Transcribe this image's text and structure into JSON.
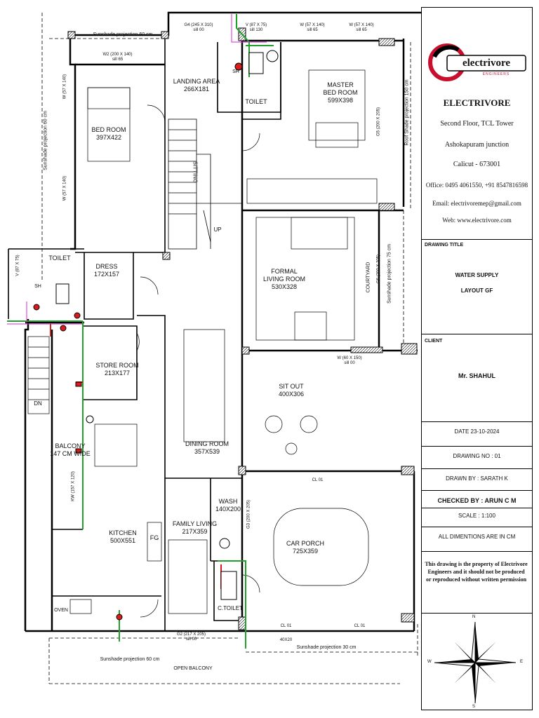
{
  "rooms": {
    "landing": {
      "name": "LANDING AREA",
      "size": "266X181"
    },
    "bed": {
      "name": "BED ROOM",
      "size": "397X422"
    },
    "master": {
      "name": "MASTER",
      "name2": "BED ROOM",
      "size": "599X398"
    },
    "toilet_top": "TOILET",
    "toilet_left": "TOILET",
    "dress": {
      "name": "DRESS",
      "size": "172X157"
    },
    "formal": {
      "name": "FORMAL",
      "name2": "LIVING ROOM",
      "size": "530X328"
    },
    "courtyard": "COURTYARD",
    "store": {
      "name": "STORE ROOM",
      "size": "213X177"
    },
    "sitout": {
      "name": "SIT OUT",
      "size": "400X306"
    },
    "balcony": {
      "name": "BALCONY",
      "size": "147 CM WIDE"
    },
    "dining": {
      "name": "DINING ROOM",
      "size": "357X539"
    },
    "wash": {
      "name": "WASH",
      "size": "140X200"
    },
    "family": {
      "name": "FAMILY LIVING",
      "size": "217X359"
    },
    "kitchen": {
      "name": "KITCHEN",
      "size": "500X551"
    },
    "fg": "FG",
    "carporch": {
      "name": "CAR PORCH",
      "size": "725X359"
    },
    "ctoilet": "C.TOILET",
    "oven": "OVEN",
    "dn": "DN",
    "up": "UP",
    "sitting": "SITTING",
    "sh1": "SH",
    "sh2": "SH"
  },
  "annotations": {
    "sunshade_top": "Sunshade projection 60 cm",
    "sunshade_left": "Sunshade projection 60 cm",
    "sunshade_bottom_left": "Sunshade projection 60 cm",
    "sunshade_bottom_right": "Sunshade projection 30 cm",
    "sunshade_right": "Sunshade projection 75 cm",
    "roof_shade": "Roof Shade projection 150 cm",
    "open_balcony": "OPEN BALCONY",
    "g4": "G4 (245 X 310)",
    "g4_sill": "sill 00",
    "v_top": "V (87 X 75)",
    "v_top_sill": "sill 130",
    "w_top1": "W (57 X 140)",
    "w_top1_sill": "sill 65",
    "w_top2": "W (57 X 140)",
    "w_top2_sill": "sill 65",
    "w2": "W2 (200 X 140)",
    "w2_sill": "sill 65",
    "w_left1": "W (57 X 140)",
    "w_left2": "W (57 X 140)",
    "v_left": "V (87 X 75)",
    "g5": "G5 (200 X 205)",
    "g6": "G6 (200 X 205)",
    "w_sitout": "W (60 X 150)",
    "w_sitout_sill": "sill 00",
    "kw": "KW (157 X 120)",
    "g2": "G2 (217 X 205)",
    "g2_sill": "sill 00",
    "g3": "G3 (200 X 205)",
    "cl01a": "CL 01",
    "cl01b": "CL 01",
    "cl01c": "CL 01",
    "dim": "40X20"
  },
  "company": {
    "logo_text": "electrivore",
    "logo_sub": "ENGINEERS",
    "name": "ELECTRIVORE",
    "addr1": "Second Floor, TCL Tower",
    "addr2": "Ashokapuram junction",
    "addr3": "Calicut - 673001",
    "office": "Office: 0495 4061550, +91 8547816598",
    "email": "Email: electrivoremep@gmail.com",
    "web": "Web: www.electrivore.com"
  },
  "titleblock": {
    "drawing_title_caption": "DRAWING TITLE",
    "drawing_title_1": "WATER SUPPLY",
    "drawing_title_2": "LAYOUT GF",
    "client_caption": "CLIENT",
    "client": "Mr. SHAHUL",
    "date": "DATE  23-10-2024",
    "drawing_no": "DRAWING NO :  01",
    "drawn_by": "DRAWN  BY : SARATH K",
    "checked_by": "CHECKED  BY : ARUN C M",
    "scale": "SCALE   : 1:100",
    "dimensions": "ALL DIMENTIONS ARE IN CM",
    "disclaimer": "This drawing is the property of Electrivore Engineers and it should not be  produced or reproduced without written permission"
  },
  "compass": {
    "n": "N",
    "s": "S",
    "e": "E",
    "w": "W"
  },
  "colors": {
    "pipe_green": "#1fa12a",
    "pipe_red": "#d81b1b",
    "pipe_magenta": "#d92ad9",
    "brand_red": "#c8102e"
  }
}
